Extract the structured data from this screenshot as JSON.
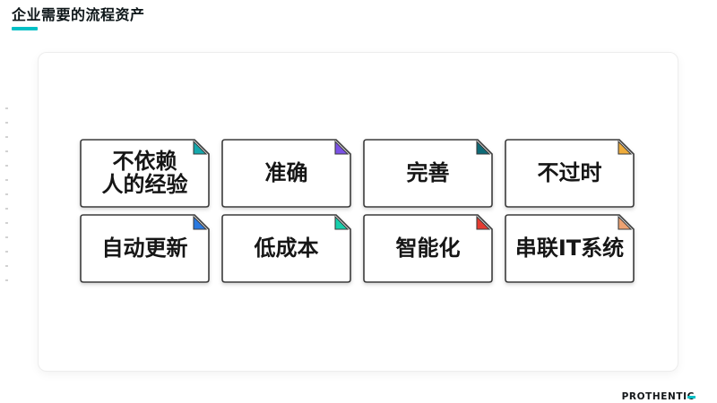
{
  "slide": {
    "title": "企业需要的流程资产",
    "accent_color": "#00C0C6",
    "brand": "PROTHENTIC"
  },
  "cards": [
    {
      "label": "不依赖\n人的经验",
      "fold_color": "#15A8AC"
    },
    {
      "label": "准确",
      "fold_color": "#7B52E6"
    },
    {
      "label": "完善",
      "fold_color": "#0D6A77"
    },
    {
      "label": "不过时",
      "fold_color": "#EEAC3C"
    },
    {
      "label": "自动更新",
      "fold_color": "#2A79E0"
    },
    {
      "label": "低成本",
      "fold_color": "#17CFAC"
    },
    {
      "label": "智能化",
      "fold_color": "#E43B30"
    },
    {
      "label": "串联IT系统",
      "fold_color": "#EDA272"
    }
  ]
}
